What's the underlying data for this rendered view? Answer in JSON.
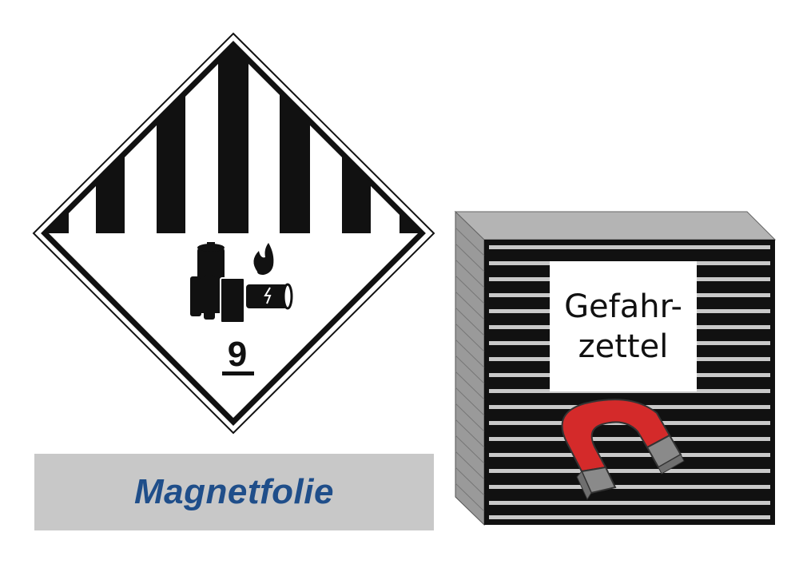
{
  "placard": {
    "class_number": "9",
    "icon": "lithium-battery-icon"
  },
  "banner": {
    "text": "Magnetfolie",
    "text_color": "#1f4e8a",
    "background": "#c8c8c8"
  },
  "product": {
    "label_line1": "Gefahr-",
    "label_line2": "zettel",
    "magnet_icon": "horseshoe-magnet-icon",
    "magnet_color": "#d42a2a"
  }
}
